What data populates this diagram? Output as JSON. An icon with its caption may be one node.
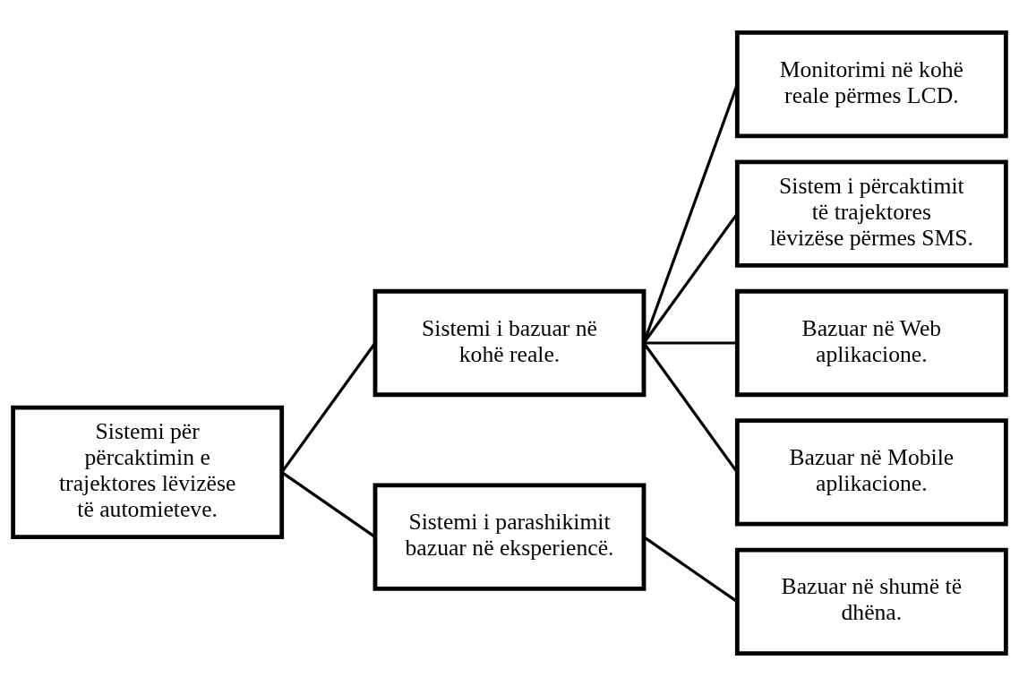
{
  "diagram": {
    "nodes": [
      {
        "text": [
          "Sistemi për përcaktimin e trajektores lëvizëse të automieteve."
        ]
      },
      {
        "text": [
          "Sistemi i bazuar në kohë reale."
        ]
      },
      {
        "text": [
          "Sistemi i parashikimit bazuar në eksperiencë."
        ]
      },
      {
        "text": [
          "Monitorimi në kohë reale përmes LCD."
        ]
      },
      {
        "text": [
          "Sistem i përcaktimit të trajektores lëvizëse përmes SMS."
        ]
      },
      {
        "text": [
          "Bazuar në Web aplikacione."
        ]
      },
      {
        "text": [
          "Bazuar në Mobile aplikacione."
        ]
      },
      {
        "text": [
          "Bazuar në shumë të dhëna."
        ]
      }
    ],
    "edges": [
      {
        "from": 0,
        "to": 1,
        "arrow": "none"
      },
      {
        "from": 0,
        "to": 2,
        "arrow": "none"
      },
      {
        "from": 1,
        "to": 3,
        "arrow": "none"
      },
      {
        "from": 1,
        "to": 4,
        "arrow": "none"
      },
      {
        "from": 1,
        "to": 5,
        "arrow": "none"
      },
      {
        "from": 1,
        "to": 6,
        "arrow": "none"
      },
      {
        "from": 2,
        "to": 7,
        "arrow": "none"
      }
    ]
  }
}
